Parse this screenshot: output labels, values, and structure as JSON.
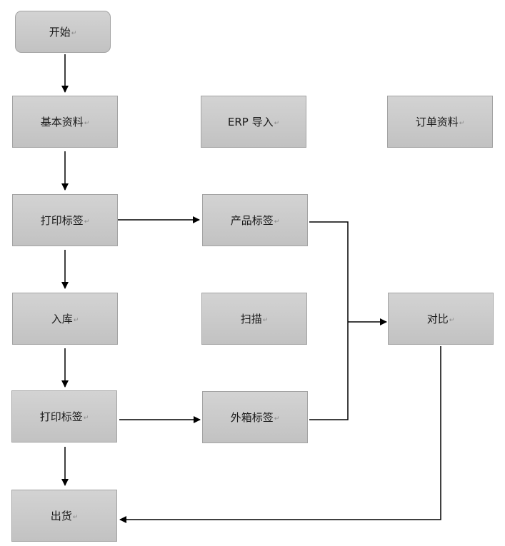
{
  "diagram": {
    "type": "flowchart",
    "return_mark": "↵",
    "nodes": [
      {
        "id": "start",
        "label": "开始"
      },
      {
        "id": "basic_data",
        "label": "基本资料"
      },
      {
        "id": "erp_import",
        "label": "ERP 导入"
      },
      {
        "id": "order_data",
        "label": "订单资料"
      },
      {
        "id": "print_label_1",
        "label": "打印标签"
      },
      {
        "id": "product_label",
        "label": "产品标签"
      },
      {
        "id": "warehouse_in",
        "label": "入库"
      },
      {
        "id": "scan",
        "label": "扫描"
      },
      {
        "id": "compare",
        "label": "对比"
      },
      {
        "id": "print_label_2",
        "label": "打印标签"
      },
      {
        "id": "carton_label",
        "label": "外箱标签"
      },
      {
        "id": "ship",
        "label": "出货"
      }
    ],
    "edges": [
      {
        "from": "start",
        "to": "basic_data"
      },
      {
        "from": "basic_data",
        "to": "print_label_1"
      },
      {
        "from": "print_label_1",
        "to": "warehouse_in"
      },
      {
        "from": "warehouse_in",
        "to": "print_label_2"
      },
      {
        "from": "print_label_2",
        "to": "ship"
      },
      {
        "from": "print_label_1",
        "to": "product_label"
      },
      {
        "from": "print_label_2",
        "to": "carton_label"
      },
      {
        "from": "product_label",
        "to": "compare"
      },
      {
        "from": "carton_label",
        "to": "compare"
      },
      {
        "from": "compare",
        "to": "ship"
      }
    ]
  }
}
